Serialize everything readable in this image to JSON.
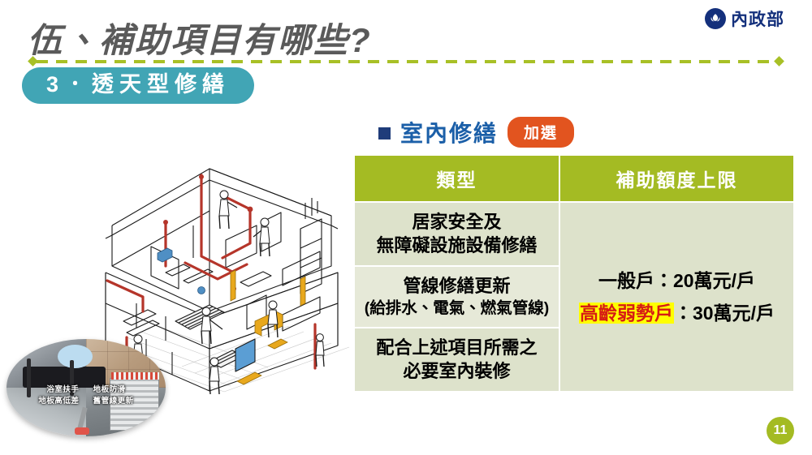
{
  "logo": {
    "text": "內政部",
    "icon": "ministry-emblem-icon",
    "color": "#14307c"
  },
  "title": "伍、補助項目有哪些?",
  "pill": {
    "label": "3．透天型修繕",
    "color": "#41a5b5"
  },
  "section": {
    "bullet": "square-bullet-icon",
    "title": "室內修繕",
    "badge": "加選",
    "title_color": "#1b5fa8",
    "badge_color": "#e2541f"
  },
  "table": {
    "header_color": "#a4bb23",
    "headers": [
      "類型",
      "補助額度上限"
    ],
    "rows": [
      {
        "type_line1": "居家安全及",
        "type_line2": "無障礙設施設備修繕"
      },
      {
        "type_line1": "管線修繕更新",
        "type_line2": "(給排水、電氣、燃氣管線)"
      },
      {
        "type_line1": "配合上述項目所需之",
        "type_line2": "必要室內裝修"
      }
    ],
    "amount": {
      "line1": "一般戶：20萬元/戶",
      "line2_highlight": "高齡弱勢戶",
      "line2_rest": "：30萬元/戶",
      "highlight_bg": "#ffff00",
      "highlight_color": "#d61c14"
    }
  },
  "photo": {
    "captions": [
      "浴室扶手",
      "地板防滑",
      "地板高低差",
      "舊管線更新"
    ]
  },
  "illustration": {
    "name": "isometric-townhouse-renovation-cutaway"
  },
  "page_number": "11",
  "rule_color": "#a8c026"
}
